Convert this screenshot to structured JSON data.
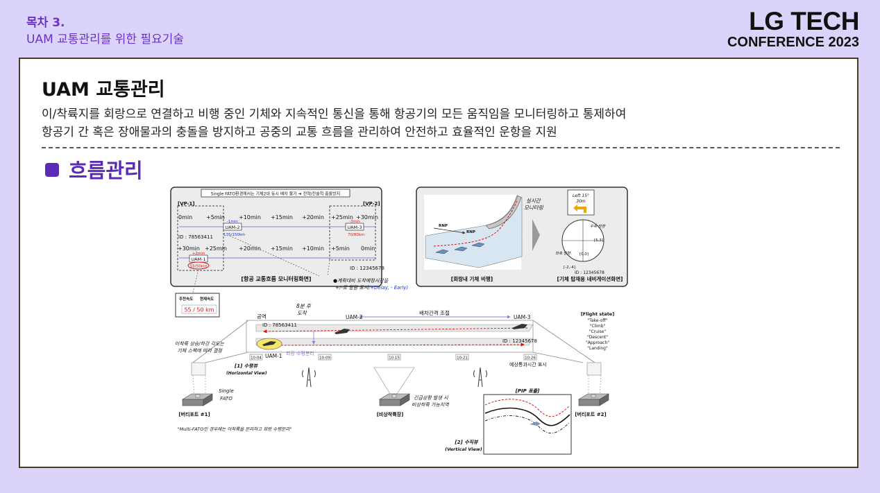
{
  "header": {
    "kicker": "목차 3.",
    "subtitle": "UAM 교통관리를 위한 필요기술"
  },
  "logo": {
    "line1": "LG TECH",
    "line2": "CONFERENCE 2023"
  },
  "slide": {
    "title": "UAM 교통관리",
    "desc_line1": "이/착륙지를 회랑으로 연결하고 비행 중인 기체와 지속적인 통신을 통해 항공기의 모든 움직임을 모니터링하고 통제하여",
    "desc_line2": "항공기 간 혹은 장애물과의 충돌을 방지하고 공중의 교통 흐름을 관리하여  안전하고 효율적인 운항을 지원",
    "section": "흐름관리"
  },
  "diagram": {
    "mon": {
      "banner": "Single FATO환경에서는 기체2대 동시 배차 불가 ➔ 전략/전술적 충돌방지",
      "vp1": "[VP-1]",
      "vp2": "[VP-2]",
      "row1_ticks": [
        "0min",
        "+5min",
        "+10min",
        "+15min",
        "+20min",
        "+25min",
        "+30min"
      ],
      "row2_ticks": [
        "+30min",
        "+25min",
        "+20min",
        "+15min",
        "+10min",
        "+5min",
        "0min"
      ],
      "uam2": "UAM-2",
      "uam2_delta": "-1min",
      "uam2_speed": "135/150km",
      "uam3": "UAM-3",
      "uam3_delta": "-3min",
      "uam3_speed": "70/80km",
      "uam1": "UAM-1",
      "uam1_delta": "+2min",
      "uam1_speed": "55/50km",
      "id_left": "ID : 78563411",
      "id_right": "ID : 12345678",
      "caption": "[항공 교통흐름 모니터링화면]",
      "note1": "●계획대비 도착예정시간을",
      "note2": "+/-로 말람 표시",
      "note2_color": "(+Delay, - Early)",
      "speed_rec": "추천속도",
      "speed_cur": "현재속도",
      "speed_val": "55  /  50  km"
    },
    "corr": {
      "live": "실시간",
      "live2": "모니터링",
      "rnp": "RNP",
      "caption": "[회랑내 기체 비행]",
      "left_box1": "Left 15°",
      "left_box2": "30m",
      "right_dir": "우측 방향",
      "left_dir": "좌측 방향",
      "coord1": "[5,3]",
      "coord0": "[0,0]",
      "coord2": "[-2,-4]",
      "id": "ID : 12345678",
      "nav_caption": "[기체 탑재용 네비게이션화면]"
    },
    "view": {
      "eight": "8분 후",
      "arrive": "도착",
      "airspace": "공역",
      "spacing": "배차간격 조절",
      "uam2": "UAM-2",
      "uam3": "UAM-3",
      "uam1": "UAM-1",
      "id_left": "ID : 78563411",
      "id_right": "ID : 12345678",
      "sep": "회랑 수평분리",
      "times": [
        "10:04",
        "10:09",
        "10:15",
        "10:21",
        "10:26"
      ],
      "eta": "예상통과시간 표시",
      "climb1": "이착륙 상승/하강 각도는",
      "climb2": "기체 스펙에 따라 결정",
      "hview1": "[1] 수평뷰",
      "hview2": "(Horizontal View)",
      "single1": "Single",
      "single2": "FATO",
      "vp1": "[버티포트 #1]",
      "vp2": "[버티포트 #2]",
      "emg": "[비상착륙장]",
      "emg1": "긴급상황 발생 시",
      "emg2": "비상착륙 가능지역",
      "multi": "\"Multi-FATO인 경우에는 이착륙을 분리하고 회랑 수평분리\"",
      "pip": "[PIP 표출]",
      "vview1": "[2] 수직뷰",
      "vview2": "(Vertical View)",
      "fs_title": "[Flight state]",
      "fs": [
        "\"Take-off\"",
        "\"Climb\"",
        "\"Cruise\"",
        "\"Descent\"",
        "\"Approach\"",
        "\"Landing\""
      ]
    }
  },
  "colors": {
    "accent": "#6a32c9",
    "delay_red": "#e01010",
    "early_blue": "#1a3ad6"
  }
}
